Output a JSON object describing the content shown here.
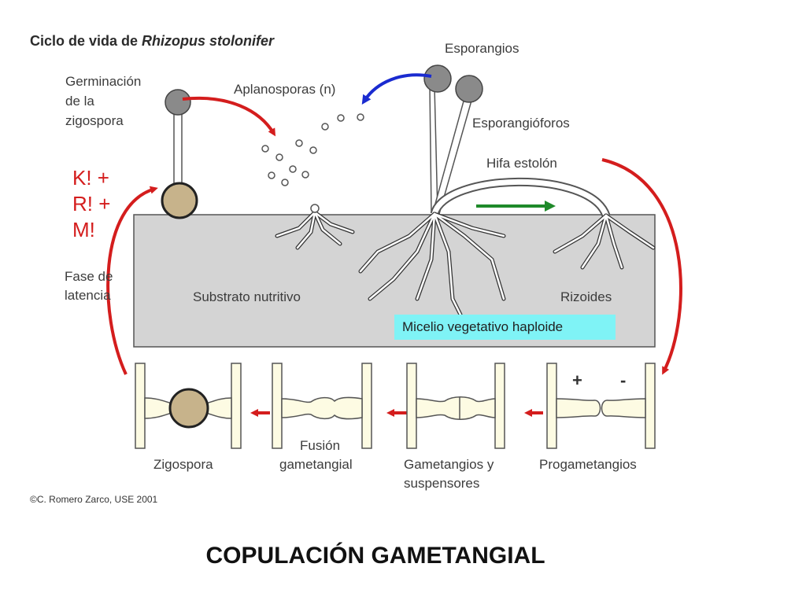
{
  "title": {
    "prefix": "Ciclo de vida de ",
    "species": "Rhizopus stolonifer"
  },
  "labels": {
    "germination": [
      "Germinación",
      "de la",
      "zigospora"
    ],
    "aplanospores": "Aplanosporas (n)",
    "sporangia": "Esporangios",
    "sporangiophores": "Esporangióforos",
    "stolon": "Hifa estolón",
    "substrate": "Substrato nutritivo",
    "rhizoids": "Rizoides",
    "mycelium": "Micelio vegetativo haploide",
    "conditions": [
      "K! +",
      "R! +",
      "M!"
    ],
    "latency": [
      "Fase de",
      "latencia"
    ],
    "zygospore": "Zigospora",
    "fusion": [
      "Fusión",
      "gametangial"
    ],
    "gametangia": [
      "Gametangios y",
      "suspensores"
    ],
    "progametangia": "Progametangios",
    "plus": "+",
    "minus": "-"
  },
  "credit": "©C. Romero Zarco, USE 2001",
  "caption": "COPULACIÓN GAMETANGIAL",
  "colors": {
    "arrow_red": "#d41d1d",
    "arrow_blue": "#1a2bd0",
    "arrow_green": "#1f8a2a",
    "substrate_fill": "#d4d4d4",
    "label_box": "#7ff3f6",
    "zygospore_fill": "#c7b38b",
    "spore_fill": "#8a8a8a",
    "hyphae_fill": "#fdfbe3"
  }
}
